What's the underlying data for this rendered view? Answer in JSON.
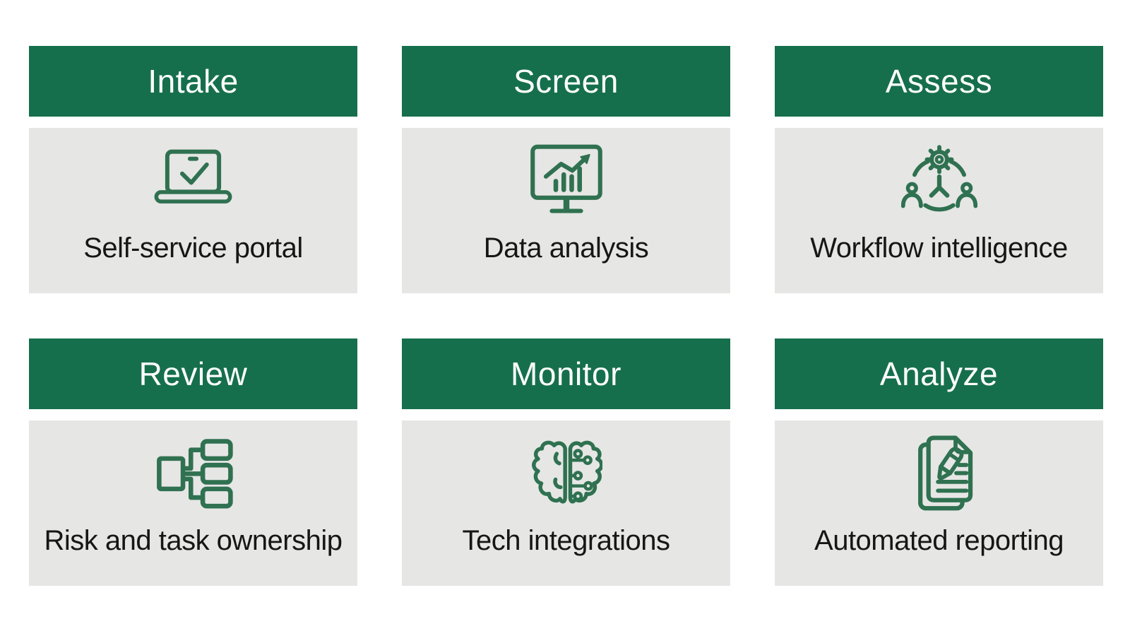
{
  "colors": {
    "header_green": "#166F4C",
    "body_gray": "#E6E6E5",
    "icon_green": "#2F7150",
    "header_text": "#FFFFFF",
    "label_text": "#161616",
    "page_background": "#FFFFFF"
  },
  "cards": [
    {
      "title": "Intake",
      "label": "Self-service portal",
      "icon": "laptop-check-icon"
    },
    {
      "title": "Screen",
      "label": "Data analysis",
      "icon": "monitor-chart-icon"
    },
    {
      "title": "Assess",
      "label": "Workflow intelligence",
      "icon": "gear-people-icon"
    },
    {
      "title": "Review",
      "label": "Risk and task ownership",
      "icon": "org-hierarchy-icon"
    },
    {
      "title": "Monitor",
      "label": "Tech integrations",
      "icon": "brain-circuit-icon"
    },
    {
      "title": "Analyze",
      "label": "Automated reporting",
      "icon": "documents-pencil-icon"
    }
  ]
}
